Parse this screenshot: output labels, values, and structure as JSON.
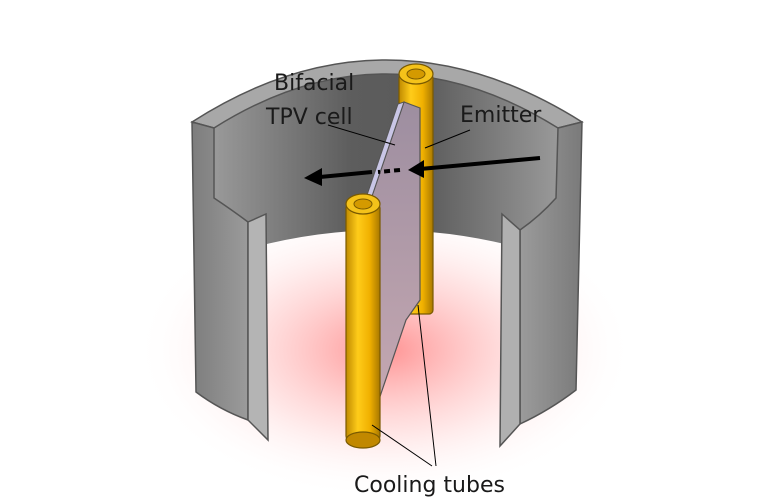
{
  "labels": {
    "cell_line1": "Bifacial",
    "cell_line2": "TPV cell",
    "emitter": "Emitter",
    "cooling": "Cooling tubes"
  },
  "colors": {
    "emitter_wall": "#8c8c8c",
    "emitter_inner": "#6e6e6e",
    "emitter_top": "#a9a9a9",
    "tube": "#f0b400",
    "tube_dark": "#b88600",
    "cell_face": "#b9a9b8",
    "cell_glow": "#ff4d4d"
  }
}
